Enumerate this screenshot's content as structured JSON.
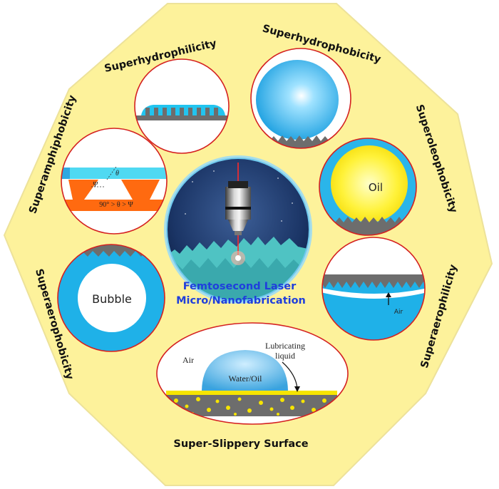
{
  "title": {
    "line1": "Femtosecond Laser",
    "line2": "Micro/Nanofabrication"
  },
  "labels": {
    "superhydrophilicity": "Superhydrophilicity",
    "superhydrophobicity": "Superhydrophobicity",
    "superoleophobicity": "Superoleophobicity",
    "superaerophilicity": "Superaerophilicity",
    "super_slippery": "Super-Slippery Surface",
    "superaerophobicity": "Superaerophobicity",
    "superamphiphobicity": "Superamphiphobicity"
  },
  "panels": {
    "oil_label": "Oil",
    "air_label": "Air",
    "bubble_label": "Bubble",
    "slippery_air": "Air",
    "water_oil": "Water/Oil",
    "lubricating_1": "Lubricating",
    "lubricating_2": "liquid",
    "theta": "θ",
    "psi": "Ψ",
    "angle_relation": "90° > θ > Ψ"
  },
  "colors": {
    "octagon_fill": "#fdf29b",
    "octagon_stroke": "#ede29a",
    "circle_stroke": "#d42020",
    "water": "#2fb6ea",
    "oil": "#ffe600",
    "texture": "#6d6d6d",
    "amphiphobic_orange": "#ff6a10",
    "title_blue": "#1f3fdc"
  }
}
